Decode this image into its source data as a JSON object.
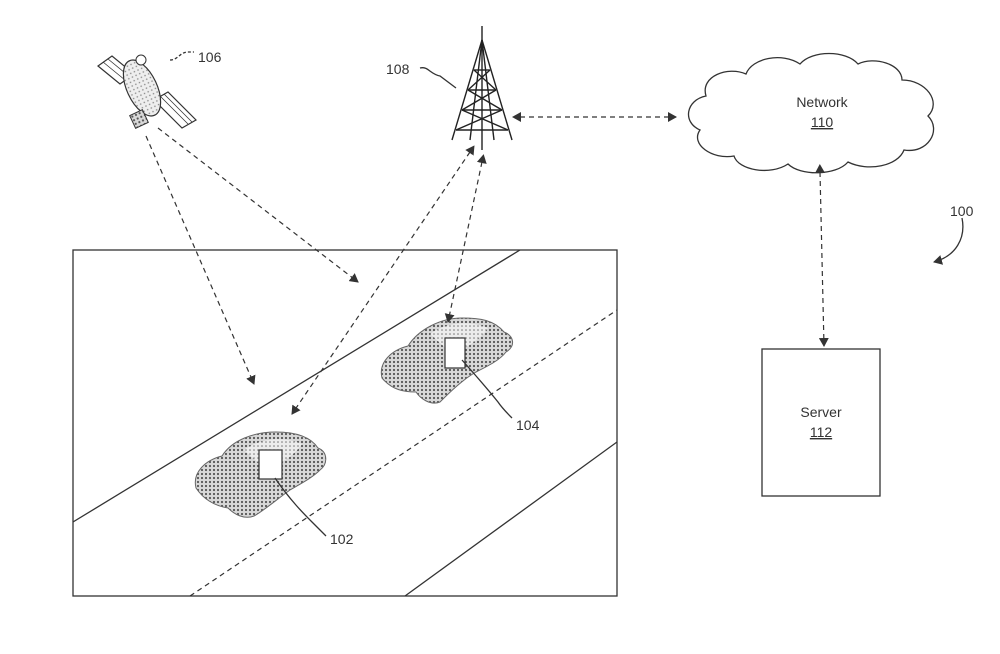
{
  "labels": {
    "satellite": "106",
    "tower": "108",
    "network_name": "Network",
    "network_ref": "110",
    "system": "100",
    "server_name": "Server",
    "server_ref": "112",
    "vehicle_a": "104",
    "vehicle_b": "102"
  }
}
